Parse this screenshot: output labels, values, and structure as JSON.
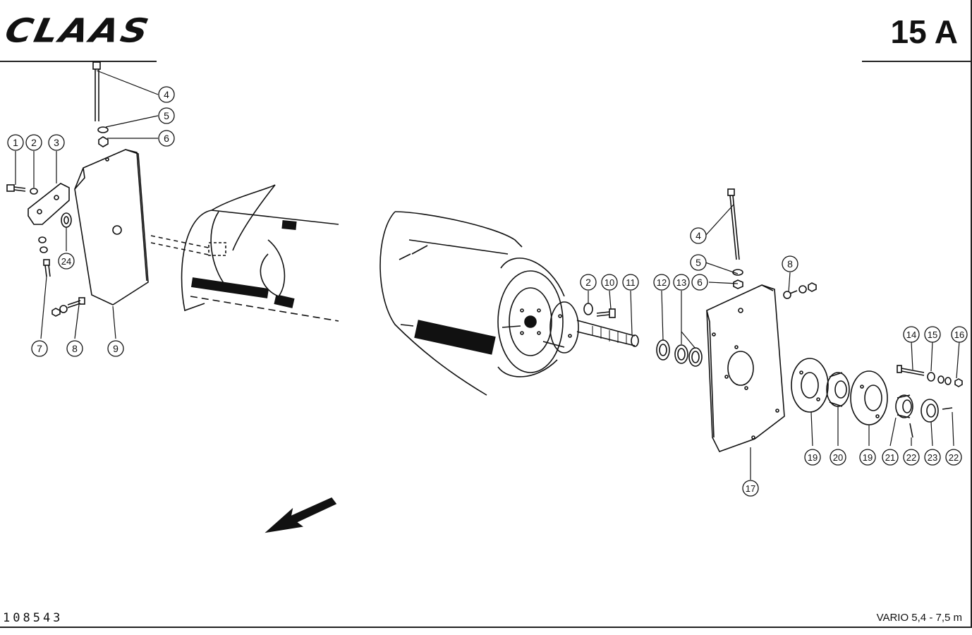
{
  "header": {
    "brand": "CLAAS",
    "page_id": "15 A"
  },
  "footer": {
    "doc_number": "108543",
    "model": "VARIO 5,4 - 7,5 m"
  },
  "callouts": [
    "1",
    "2",
    "3",
    "4",
    "5",
    "6",
    "24",
    "7",
    "8",
    "9",
    "4",
    "5",
    "6",
    "8",
    "2",
    "10",
    "11",
    "12",
    "13",
    "14",
    "15",
    "16",
    "19",
    "20",
    "19",
    "21",
    "22",
    "23",
    "22",
    "17"
  ]
}
